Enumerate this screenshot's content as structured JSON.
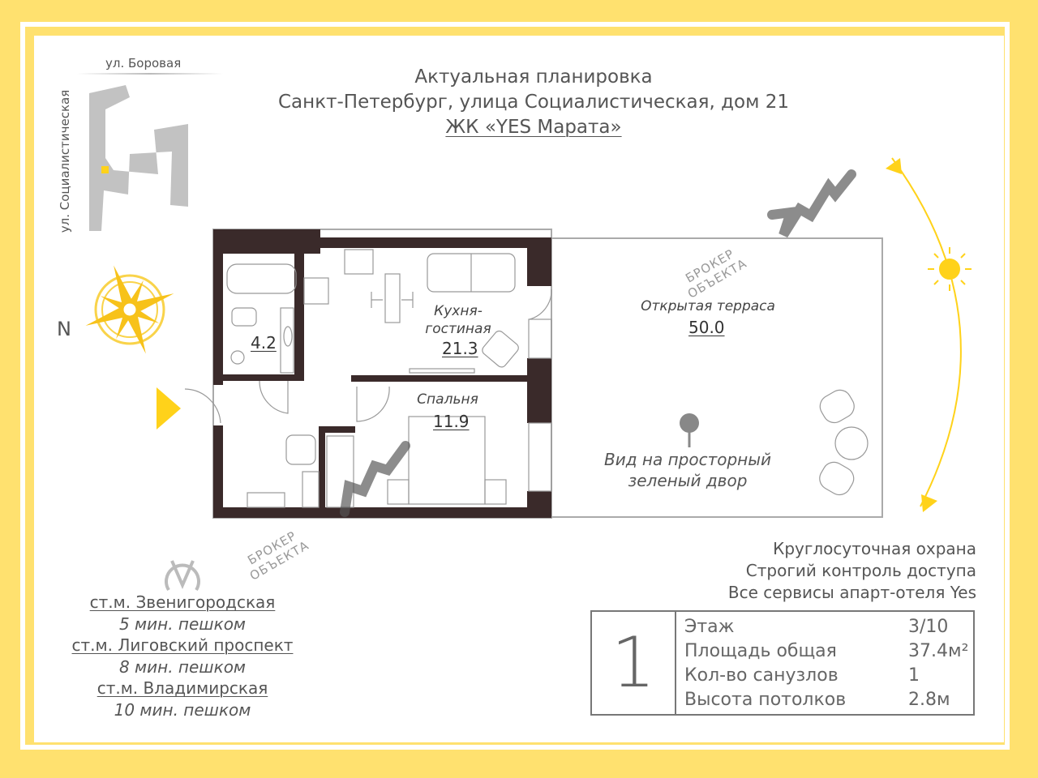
{
  "header": {
    "line1": "Актуальная планировка",
    "line2": "Санкт-Петербург, улица Социалистическая, дом 21",
    "line3": "ЖК «YES Марата»"
  },
  "site_plan": {
    "street_top": "ул. Боровая",
    "street_side": "ул. Социалистическая"
  },
  "compass": {
    "north": "N"
  },
  "rooms": [
    {
      "name": "",
      "area": "4.2"
    },
    {
      "name_line1": "Кухня-",
      "name_line2": "гостиная",
      "area": "21.3"
    },
    {
      "name": "Спальня",
      "area": "11.9"
    },
    {
      "name": "Открытая терраса",
      "area": "50.0"
    }
  ],
  "view_note": {
    "line1": "Вид на просторный",
    "line2": "зеленый двор"
  },
  "watermark": {
    "line1": "БРОКЕР",
    "line2": "ОБЪЕКТА"
  },
  "features": [
    "Круглосуточная охрана",
    "Строгий контроль доступа",
    "Все сервисы апарт-отеля Yes"
  ],
  "metro": [
    {
      "station": "ст.м. Звенигородская",
      "walk": "5 мин. пешком"
    },
    {
      "station": "ст.м. Лиговский проспект",
      "walk": "8 мин. пешком"
    },
    {
      "station": "ст.м. Владимирская",
      "walk": "10 мин. пешком"
    }
  ],
  "info": {
    "rooms_count": "1",
    "rows": [
      {
        "label": "Этаж",
        "value": "3/10"
      },
      {
        "label": "Площадь общая",
        "value": "37.4м²"
      },
      {
        "label": "Кол-во санузлов",
        "value": "1"
      },
      {
        "label": "Высота потолков",
        "value": "2.8м"
      }
    ]
  },
  "colors": {
    "accent": "#FFE16F",
    "wall": "#3a2a2a",
    "sun": "#F7C21A"
  }
}
